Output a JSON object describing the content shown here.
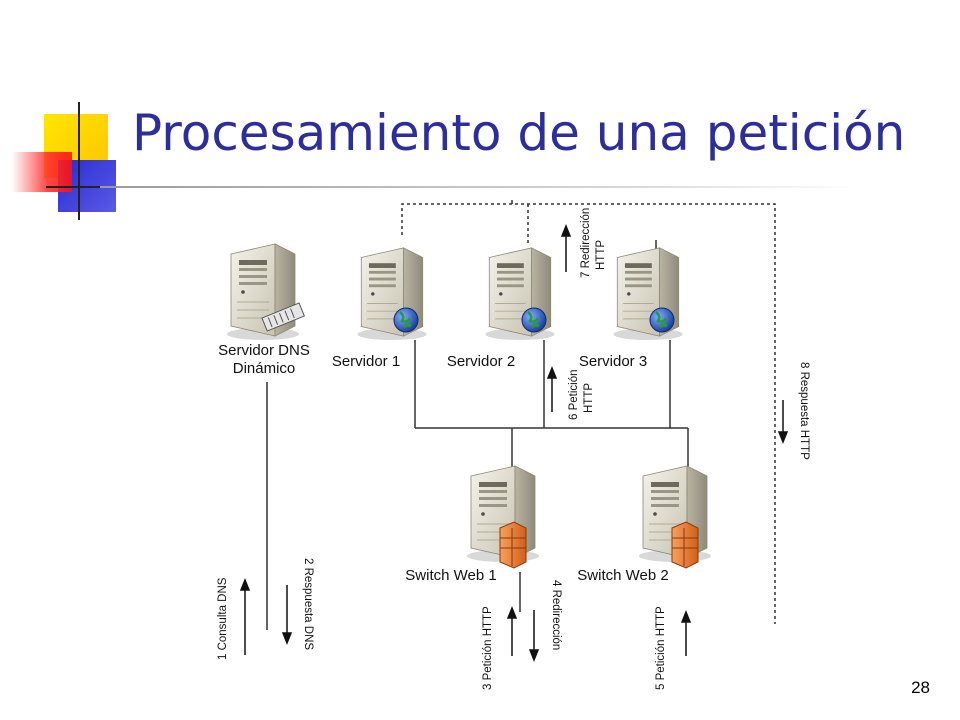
{
  "slide": {
    "title": "Procesamiento de una petición",
    "page_number": "28"
  },
  "nodes": {
    "dns": {
      "line1": "Servidor DNS",
      "line2": "Dinámico"
    },
    "servidor1": "Servidor 1",
    "servidor2": "Servidor 2",
    "servidor3": "Servidor 3",
    "switch1": "Switch Web 1",
    "switch2": "Switch Web 2"
  },
  "steps": {
    "s1": "1 Consulta DNS",
    "s2": "2 Respuesta DNS",
    "s3": "3 Petición HTTP",
    "s4": "4 Redirección",
    "s5": "5 Petición HTTP",
    "s6a": "6 Petición",
    "s6b": "HTTP",
    "s7a": "7 Redirección",
    "s7b": "HTTP",
    "s8": "8 Respuesta HTTP"
  },
  "colors": {
    "title": "#2e2e9a",
    "deco_yellow": "#ffd400",
    "deco_blue": "#3030c8",
    "deco_red": "#ff2020",
    "globe_blue": "#1f4fb8",
    "firewall_orange": "#e87a2a"
  },
  "icons": {
    "server": "server-tower-icon",
    "web_server": "globe-icon",
    "switch": "firewall-icon",
    "dns": "network-card-icon"
  }
}
